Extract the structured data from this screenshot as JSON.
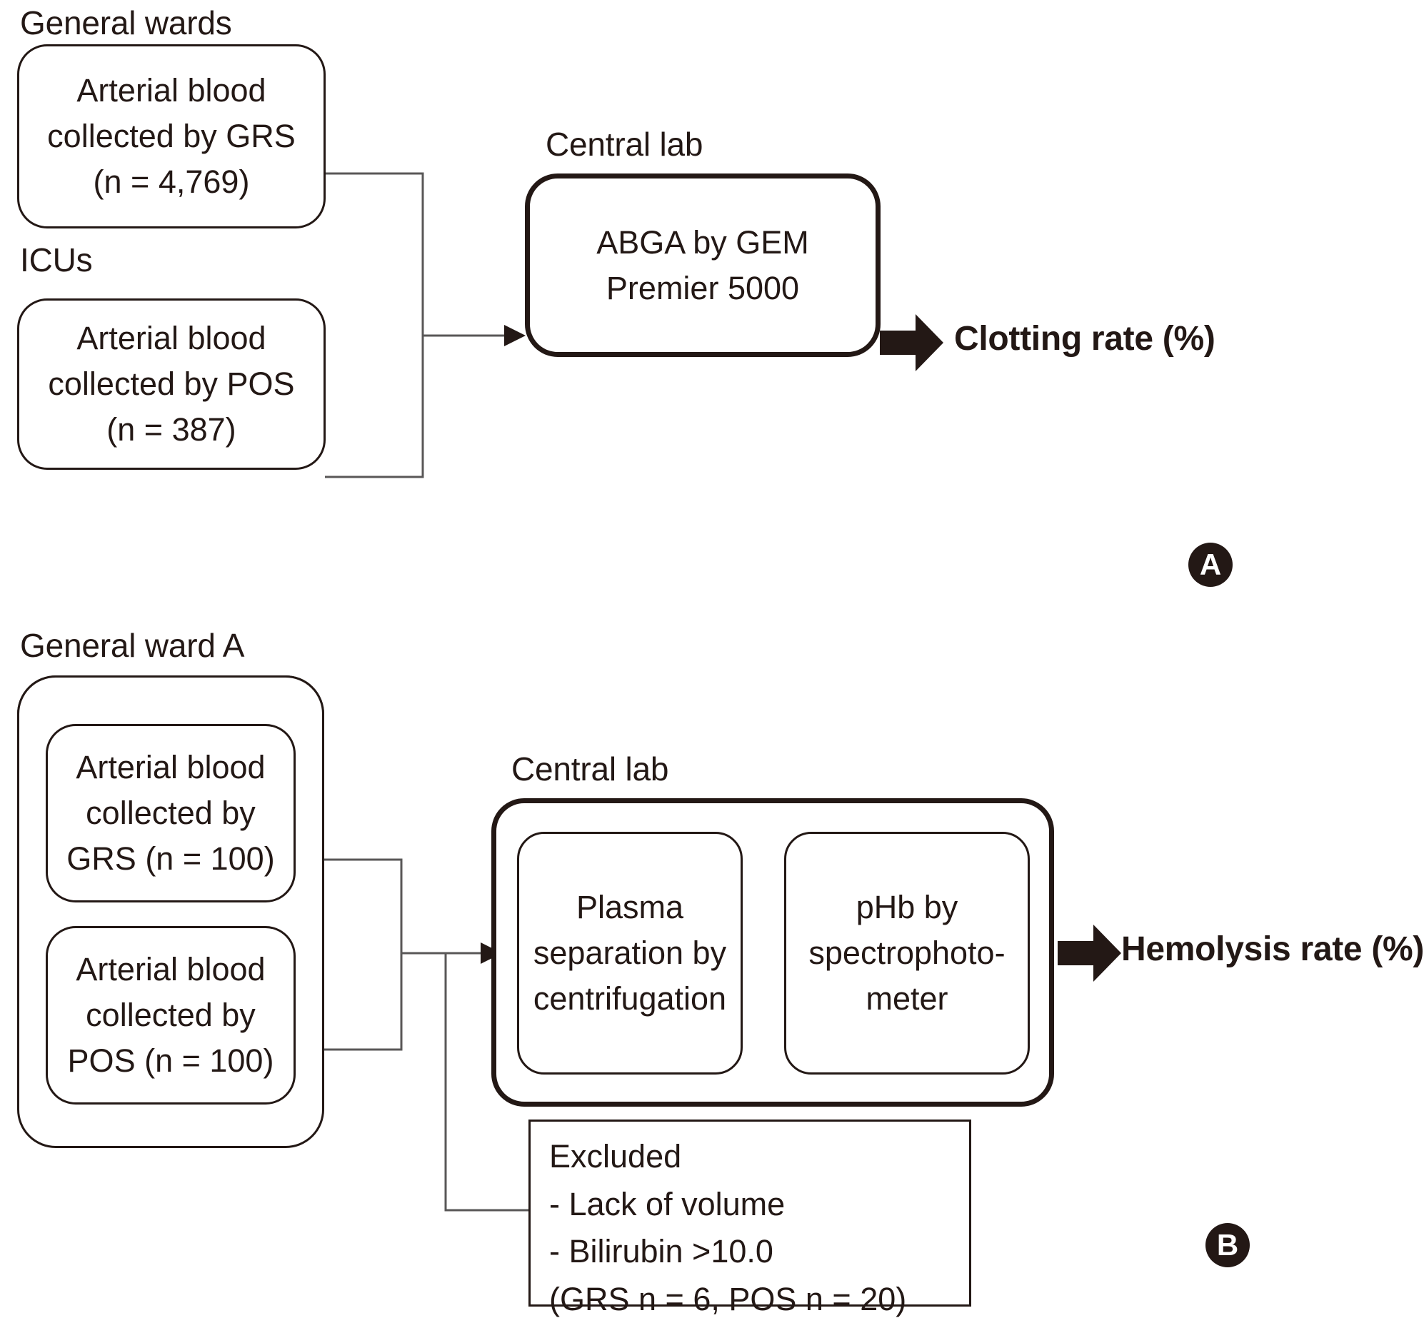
{
  "figure": {
    "type": "flowchart",
    "panels": [
      {
        "id": "A",
        "badge": "A",
        "outcome": "Clotting rate (%)",
        "sources": [
          {
            "group_label": "General wards",
            "box_text": "Arterial blood\ncollected by GRS\n(n = 4,769)"
          },
          {
            "group_label": "ICUs",
            "box_text": "Arterial blood\ncollected by POS\n(n = 387)"
          }
        ],
        "process": {
          "group_label": "Central lab",
          "box_text": "ABGA by GEM\nPremier 5000"
        }
      },
      {
        "id": "B",
        "badge": "B",
        "outcome": "Hemolysis rate (%)",
        "sources": [
          {
            "group_label": "General ward A",
            "boxes": [
              {
                "box_text": "Arterial blood\ncollected by\nGRS (n = 100)"
              },
              {
                "box_text": "Arterial blood\ncollected by\nPOS (n = 100)"
              }
            ]
          }
        ],
        "process": {
          "group_label": "Central lab",
          "steps": [
            {
              "box_text": "Plasma\nseparation by\ncentrifugation"
            },
            {
              "box_text": "pHb by\nspectrophoto-\nmeter"
            }
          ]
        },
        "excluded": {
          "title": "Excluded",
          "items_text": "Excluded\n  - Lack of volume\n  - Bilirubin >10.0\n     (GRS n = 6, POS n = 20)"
        }
      }
    ]
  },
  "colors": {
    "ink": "#231815",
    "paper": "#ffffff",
    "connector": "#595757"
  },
  "icons": {
    "block_arrow": "block-arrow-right-icon",
    "thin_arrow": "thin-arrow-right-icon"
  }
}
